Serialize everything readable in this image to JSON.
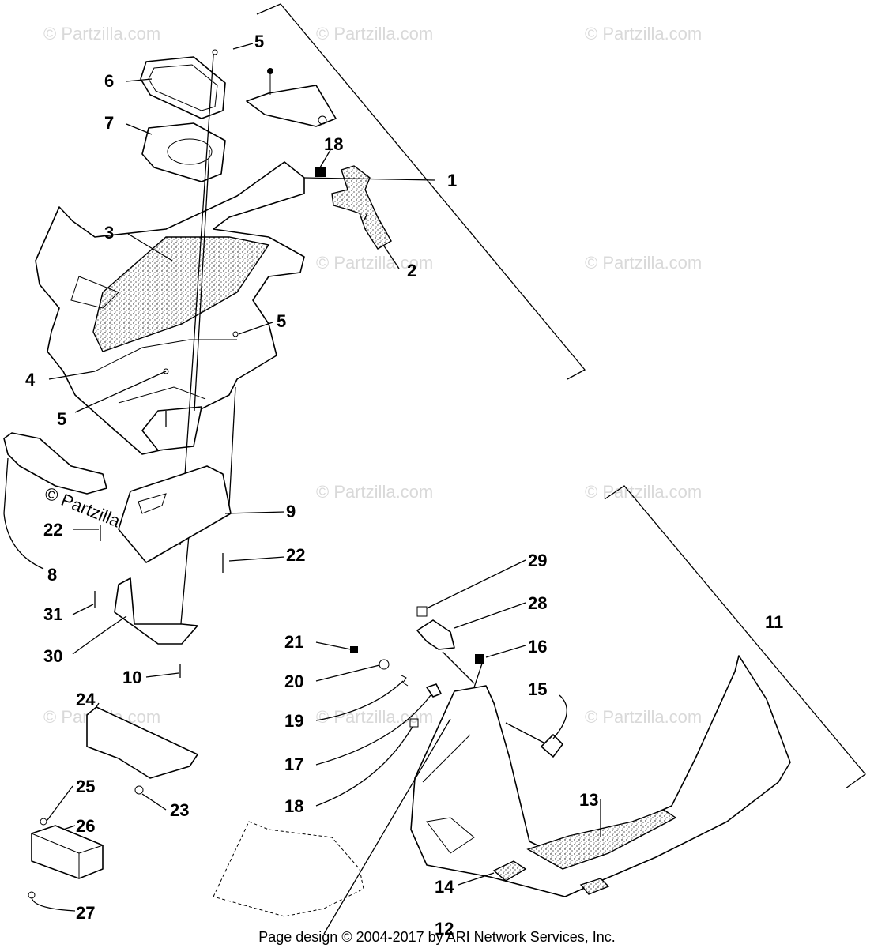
{
  "footer": "Page design © 2004-2017 by ARI Network Services, Inc.",
  "watermark": "© Partzilla.com",
  "callouts": {
    "c1": "1",
    "c2": "2",
    "c3": "3",
    "c4": "4",
    "c5a": "5",
    "c5b": "5",
    "c5c": "5",
    "c6": "6",
    "c7": "7",
    "c8": "8",
    "c9": "9",
    "c10": "10",
    "c11": "11",
    "c12": "12",
    "c13": "13",
    "c14": "14",
    "c15": "15",
    "c16": "16",
    "c17": "17",
    "c18a": "18",
    "c18b": "18",
    "c19": "19",
    "c20": "20",
    "c21": "21",
    "c22a": "22",
    "c22b": "22",
    "c23": "23",
    "c24": "24",
    "c25": "25",
    "c26": "26",
    "c27": "27",
    "c28": "28",
    "c29": "29",
    "c30": "30",
    "c31": "31"
  }
}
